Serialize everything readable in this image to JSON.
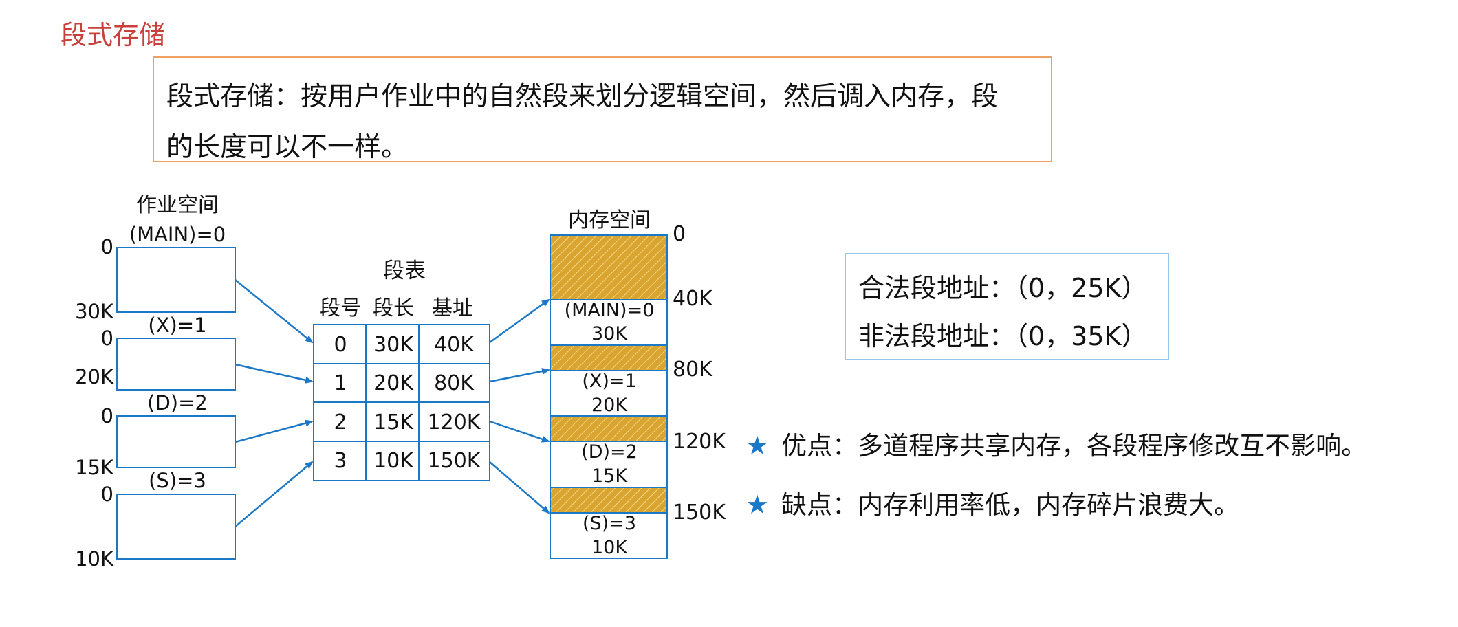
{
  "heading": "段式存储",
  "definition_line1": "段式存储：按用户作业中的自然段来划分逻辑空间，然后调入内存，段",
  "definition_line2": "的长度可以不一样。",
  "job_space": {
    "title": "作业空间",
    "segments": [
      {
        "label": "(MAIN)=0",
        "start": "0",
        "end": "30K"
      },
      {
        "label": "(X)=1",
        "start": "0",
        "end": "20K"
      },
      {
        "label": "(D)=2",
        "start": "0",
        "end": "15K"
      },
      {
        "label": "(S)=3",
        "start": "0",
        "end": "10K"
      }
    ]
  },
  "segment_table": {
    "title": "段表",
    "headers": [
      "段号",
      "段长",
      "基址"
    ],
    "rows": [
      [
        "0",
        "30K",
        "40K"
      ],
      [
        "1",
        "20K",
        "80K"
      ],
      [
        "2",
        "15K",
        "120K"
      ],
      [
        "3",
        "10K",
        "150K"
      ]
    ]
  },
  "memory_space": {
    "title": "内存空间",
    "addresses": [
      "0",
      "40K",
      "80K",
      "120K",
      "150K"
    ],
    "blocks": [
      {
        "label": "(MAIN)=0",
        "size": "30K"
      },
      {
        "label": "(X)=1",
        "size": "20K"
      },
      {
        "label": "(D)=2",
        "size": "15K"
      },
      {
        "label": "(S)=3",
        "size": "10K"
      }
    ]
  },
  "addresses_example": {
    "legal": "合法段地址：（0，25K）",
    "illegal": "非法段地址：（0，35K）"
  },
  "advantage": "优点：多道程序共享内存，各段程序修改互不影响。",
  "disadvantage": "缺点：内存利用率低，内存碎片浪费大。",
  "colors": {
    "accent_blue": "#1a78c6",
    "hatch_fill": "#d9a530",
    "heading_red": "#c9403a",
    "box_orange": "#f0a060"
  }
}
